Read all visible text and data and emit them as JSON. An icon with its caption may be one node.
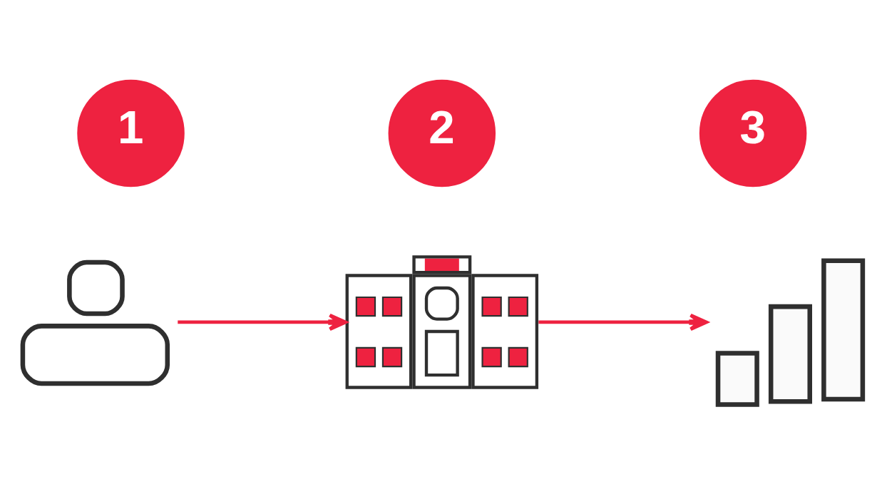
{
  "diagram": {
    "nodes": [
      {
        "text": [
          "1"
        ]
      },
      {
        "text": [],
        "shape": "picture"
      },
      {
        "text": [
          "2"
        ]
      },
      {
        "text": [],
        "shape": "picture"
      },
      {
        "text": [
          "3"
        ]
      },
      {
        "text": [],
        "shape": "picture"
      }
    ],
    "edges": [
      {
        "from": 1,
        "to": 3,
        "arrow": "to"
      },
      {
        "from": 3,
        "to": 5,
        "arrow": "to"
      }
    ]
  }
}
